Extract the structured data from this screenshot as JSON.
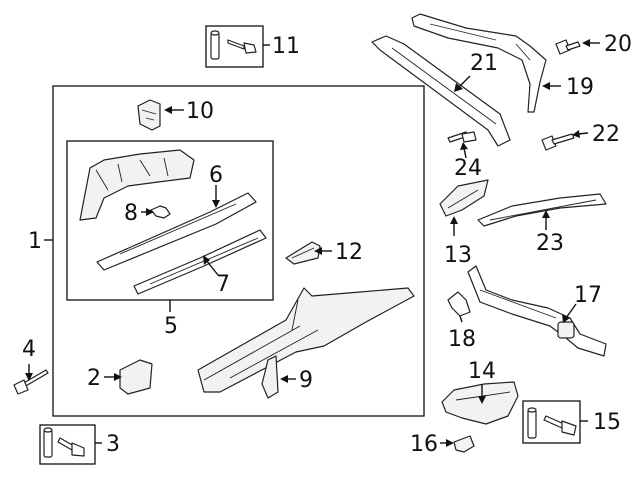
{
  "callouts": {
    "c1": "1",
    "c2": "2",
    "c3": "3",
    "c4": "4",
    "c5": "5",
    "c6": "6",
    "c7": "7",
    "c8": "8",
    "c9": "9",
    "c10": "10",
    "c11": "11",
    "c12": "12",
    "c13": "13",
    "c14": "14",
    "c15": "15",
    "c16": "16",
    "c17": "17",
    "c18": "18",
    "c19": "19",
    "c20": "20",
    "c21": "21",
    "c22": "22",
    "c23": "23",
    "c24": "24"
  },
  "colors": {
    "line": "#111111",
    "background": "#ffffff"
  }
}
